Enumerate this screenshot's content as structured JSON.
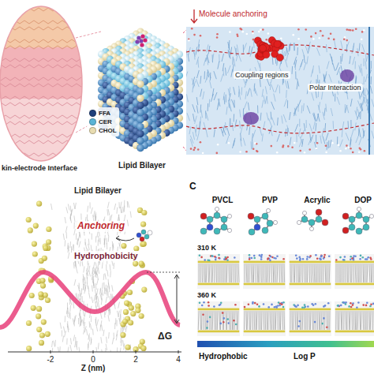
{
  "diagram": {
    "labels": [
      "Molecule anchoring",
      "kin-electrode Interface",
      "Lipid Bilayer",
      "Coupling regions",
      "Polar Interaction",
      "Lipid Bilayer",
      "Anchoring",
      "Hydrophobicity",
      "ΔG",
      "-2",
      "0",
      "2",
      "4",
      "Z (nm)",
      "C",
      "PVCL",
      "PVP",
      "Acrylic",
      "DOP",
      "310 K",
      "360 K",
      "Hydrophobic",
      "Log P"
    ],
    "legend": [
      {
        "text": "FFA",
        "color": "#1f3f7a"
      },
      {
        "text": "CER",
        "color": "#5ab4d6"
      },
      {
        "text": "CHOL",
        "color": "#e8dcb0"
      }
    ]
  }
}
